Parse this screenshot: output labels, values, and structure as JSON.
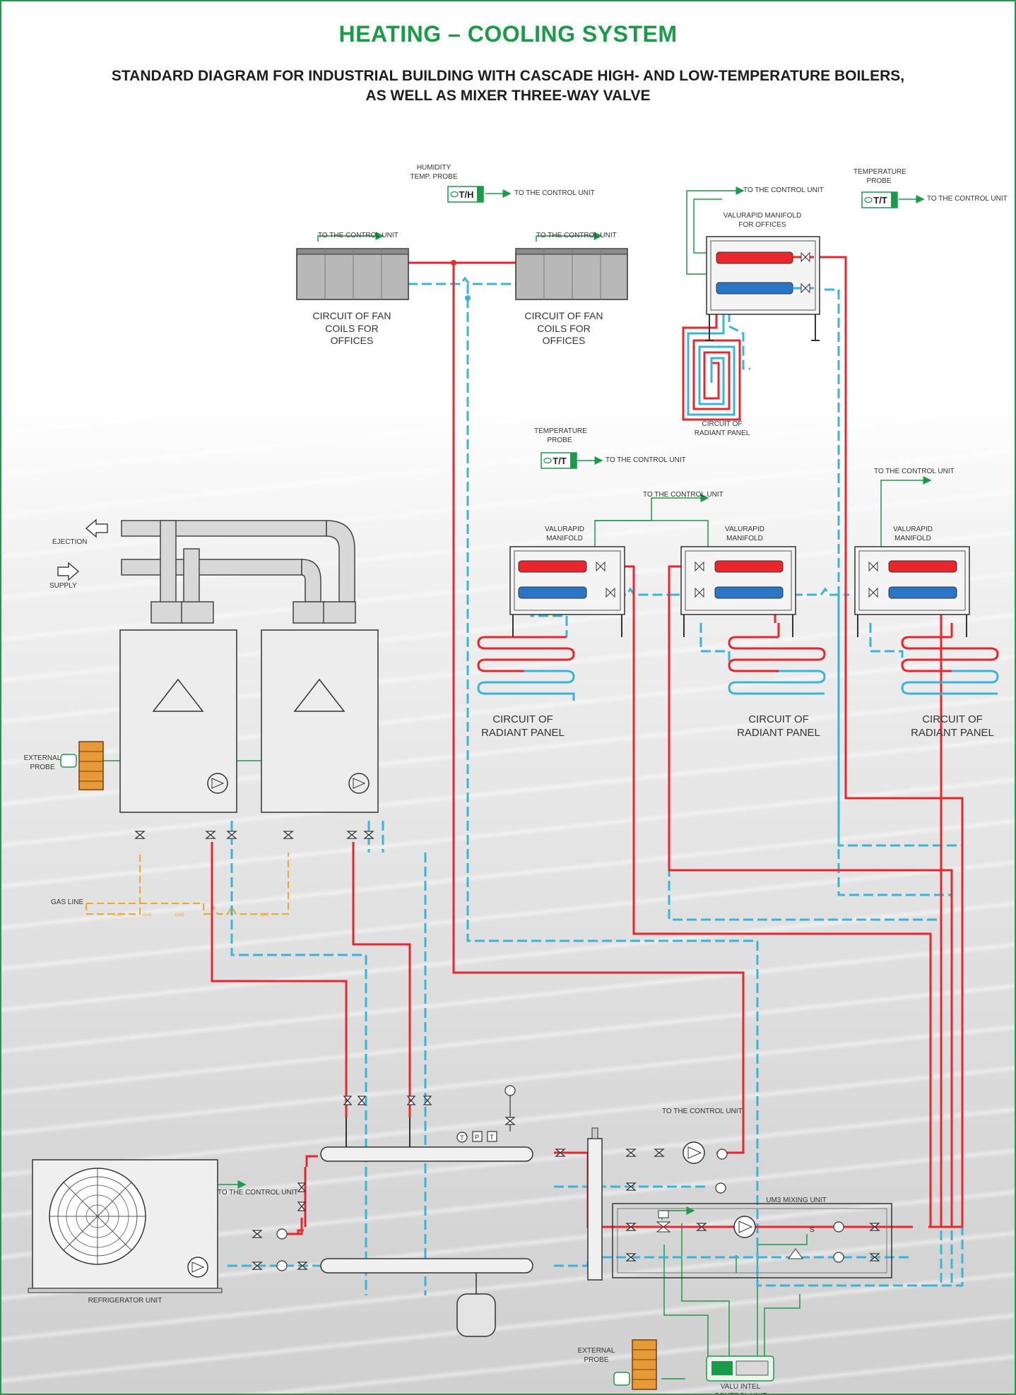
{
  "header": {
    "title": "HEATING – COOLING SYSTEM",
    "subtitle_line1": "STANDARD DIAGRAM FOR INDUSTRIAL BUILDING WITH CASCADE HIGH- AND LOW-TEMPERATURE BOILERS,",
    "subtitle_line2": "AS WELL AS MIXER THREE-WAY VALVE"
  },
  "labels": {
    "humidity_probe": "HUMIDITY TEMP. PROBE",
    "th_tag": "T/H",
    "tt_tag": "T/T",
    "to_control_unit": "TO THE CONTROL UNIT",
    "fan_coil_circuit": "CIRCUIT OF FAN COILS FOR OFFICES",
    "valurapid_offices": "VALURAPID MANIFOLD FOR OFFICES",
    "temperature_probe": "TEMPERATURE PROBE",
    "radiant_panel_circuit": "CIRCUIT OF RADIANT PANEL",
    "valurapid_manifold": "VALURAPID MANIFOLD",
    "ejection": "EJECTION",
    "supply": "SUPPLY",
    "external_probe": "EXTERNAL PROBE",
    "gas_line": "GAS LINE",
    "gas": "GAS",
    "refrigerator_unit": "REFRIGERATOR UNIT",
    "um3_mixing_unit": "UM3 MIXING UNIT",
    "valu_intel": "VALU INTEL CONTROL UNIT",
    "t_gauge": "T",
    "p_gauge": "P",
    "s_mark": "S"
  },
  "colors": {
    "supply_red": "#e8262b",
    "return_blue": "#3ab4d9",
    "control_green": "#1a9b48",
    "gas_yellow": "#f5a623",
    "outline": "#333333"
  }
}
